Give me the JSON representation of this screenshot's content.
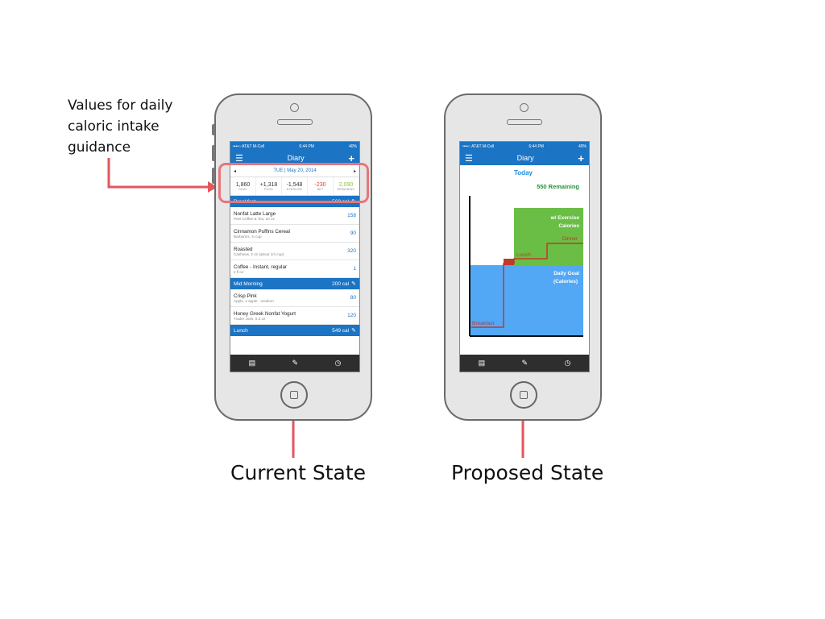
{
  "annotation": "Values for daily caloric intake guidance",
  "captions": {
    "current": "Current State",
    "proposed": "Proposed State"
  },
  "status_bar": {
    "carrier": "••••○ AT&T M-Cell",
    "time": "6:44 PM",
    "battery": "40%"
  },
  "nav": {
    "title": "Diary",
    "menu_icon": "☰",
    "add_icon": "+"
  },
  "date": {
    "label": "TUE | May 20, 2014",
    "prev": "◂",
    "next": "▸"
  },
  "summary": [
    {
      "value": "1,860",
      "label": "GOAL",
      "color": "#333333"
    },
    {
      "value": "+1,318",
      "label": "FOOD",
      "color": "#333333"
    },
    {
      "value": "-1,548",
      "label": "EXERCISE",
      "color": "#333333"
    },
    {
      "value": "-230",
      "label": "NET",
      "color": "#e03a2f"
    },
    {
      "value": "2,090",
      "label": "REMAINING",
      "color": "#8cc63f"
    }
  ],
  "meals": [
    {
      "name": "Breakfast",
      "cal": "569 cal",
      "items": [
        {
          "name": "Nonfat Latte Large",
          "detail": "Peet Coffee & Tea, 20 oz",
          "cal": "158"
        },
        {
          "name": "Cinnamon Puffins Cereal",
          "detail": "Barbara's, ¾ cup",
          "cal": "90"
        },
        {
          "name": "Roasted",
          "detail": "Cashews, 2 oz (about 1/4 cup)",
          "cal": "320"
        },
        {
          "name": "Coffee - Instant, regular",
          "detail": "2 fl oz",
          "cal": "1"
        }
      ]
    },
    {
      "name": "Mid Morning",
      "cal": "200 cal",
      "items": [
        {
          "name": "Crisp Pink",
          "detail": "Apple, 1 apple - medium",
          "cal": "80"
        },
        {
          "name": "Honey Greek Nonfat Yogurt",
          "detail": "Trader Joes, 5.3 oz",
          "cal": "120"
        }
      ]
    },
    {
      "name": "Lunch",
      "cal": "549 cal",
      "items": []
    }
  ],
  "proposed": {
    "today": "Today",
    "remaining": "550 Remaining",
    "chart_labels": {
      "exercise": "w/ Exercise",
      "exercise2": "Calories",
      "goal": "Daily Goal",
      "goal2": "(Calories)",
      "breakfast": "Breakfast",
      "lunch": "Lunch",
      "dinner": "Dinner"
    }
  },
  "colors": {
    "brand": "#1b74c4",
    "goal_area": "#52a8f5",
    "exercise_area": "#6abe45",
    "intake_line": "#c0392b",
    "annotation_arrow": "#e6565c"
  },
  "icons": [
    "food-log-icon",
    "pencil-icon",
    "clock-icon"
  ]
}
